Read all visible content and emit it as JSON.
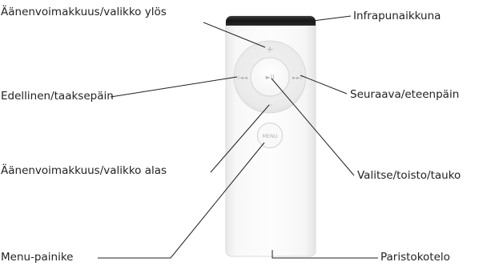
{
  "labels": {
    "volume_up_menu_up": "Äänenvoimakkuus/valikko ylös",
    "infrared_window": "Infrapunaikkuna",
    "previous_rewind": "Edellinen/taaksepäin",
    "next_fast_forward": "Seuraava/eteenpäin",
    "volume_down_menu_down": "Äänenvoimakkuus/valikko alas",
    "select_play_pause": "Valitse/toisto/tauko",
    "menu_button": "Menu-painike",
    "battery_compartment": "Paristokotelo"
  },
  "remote": {
    "menu_button_text": "MENU",
    "plus_symbol": "+",
    "minus_symbol": "–",
    "play_pause_symbol": "►II",
    "previous_symbol": "I◄◄",
    "next_symbol": "►►I"
  },
  "colors": {
    "body": "#f7f7f7",
    "ir_window": "#1f1f1f",
    "outline": "#d6d6d6",
    "text": "#231f20"
  }
}
